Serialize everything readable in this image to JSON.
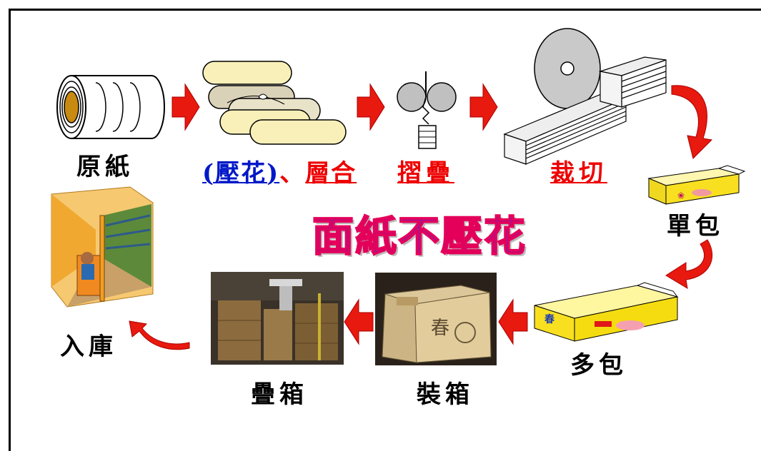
{
  "title": "面紙不壓花",
  "steps": {
    "raw_paper": "原紙",
    "emboss_open": "(壓花)",
    "separator": "、",
    "laminate": "層合",
    "fold": "摺疊",
    "cut": "裁切",
    "single_pack": "單包",
    "multi_pack": "多包",
    "boxing": "裝箱",
    "stacking": "疊箱",
    "warehousing": "入庫"
  },
  "colors": {
    "arrow_red": "#e8190f",
    "title_text": "#5a2bd6",
    "title_outline": "#e4005a",
    "step_highlight": "#e00000",
    "emboss_link": "#0018c8"
  }
}
